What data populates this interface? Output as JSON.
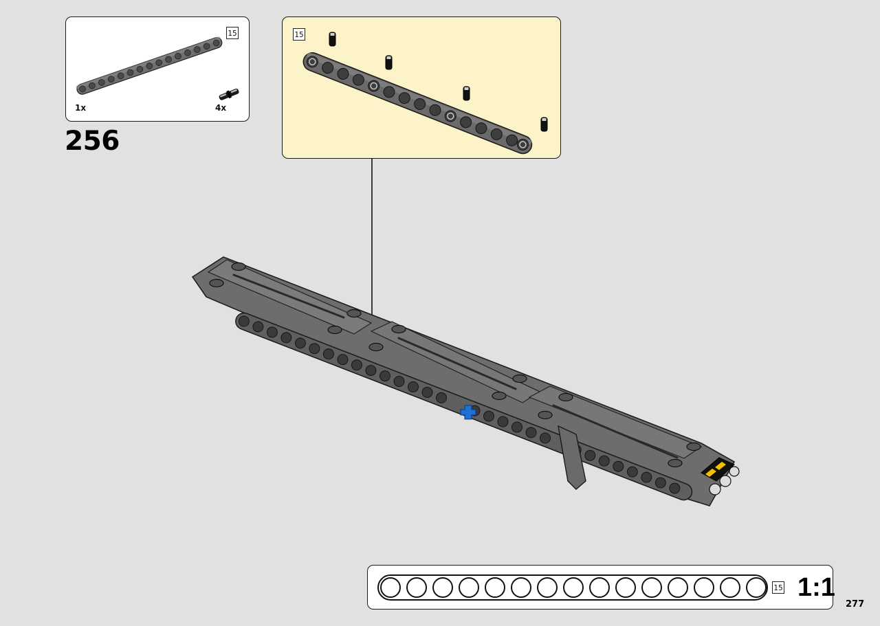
{
  "step": {
    "number": "256"
  },
  "parts_list": {
    "items": [
      {
        "name": "technic-beam",
        "length": "15",
        "quantity": "1x"
      },
      {
        "name": "pin-with-friction",
        "quantity": "4x"
      }
    ]
  },
  "subassembly": {
    "beam_length": "15",
    "background_color": "#fdf3c8"
  },
  "ruler": {
    "length": "15",
    "scale": "1:1",
    "holes": 15
  },
  "page": {
    "number": "277",
    "background_color": "#e1e1e1"
  },
  "colors": {
    "beam_gray": "#6f6f6f",
    "beam_dark": "#3c3c3c",
    "hazard_yellow": "#f2c200",
    "axle_blue": "#1f6fd6"
  }
}
